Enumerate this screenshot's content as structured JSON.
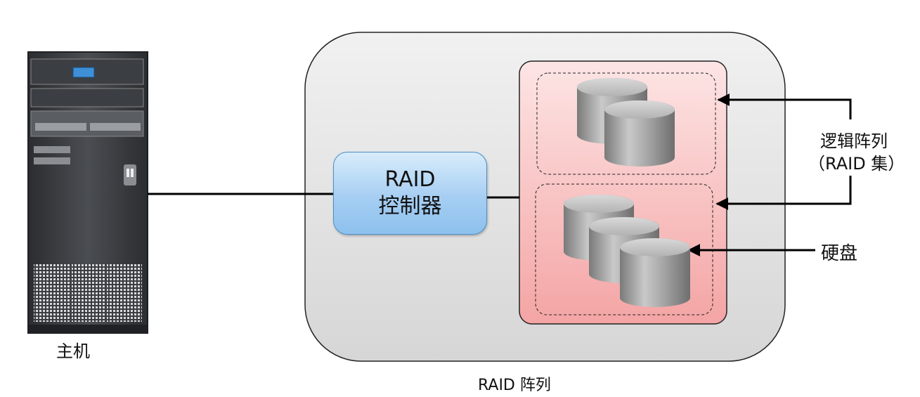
{
  "labels": {
    "host": "主机",
    "controller_line1": "RAID",
    "controller_line2": "控制器",
    "array": "RAID 阵列",
    "logical_line1": "逻辑阵列",
    "logical_line2": "（RAID 集）",
    "disk": "硬盘"
  },
  "colors": {
    "array_box": "#e3e3e3",
    "disk_group_box": "#f6b6b6",
    "controller": "#a6cef2",
    "disk": "#a9a9a9",
    "server": "#3a3d40"
  },
  "disk_groups": [
    {
      "name": "logical-array-1",
      "disk_count": 2
    },
    {
      "name": "logical-array-2",
      "disk_count": 3
    }
  ]
}
